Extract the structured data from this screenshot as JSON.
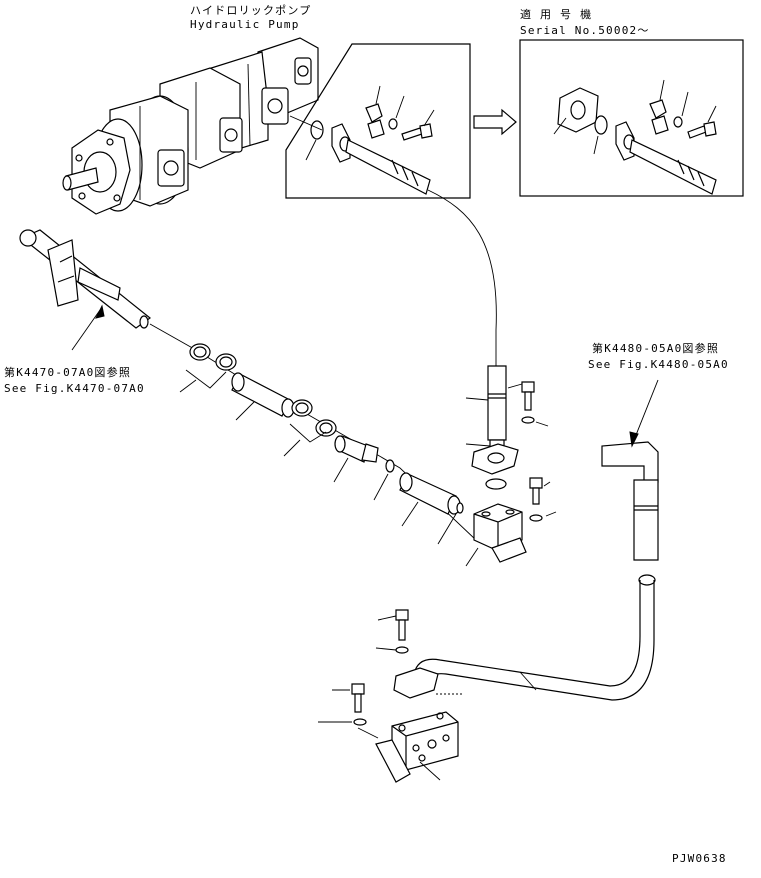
{
  "labels": {
    "pump_jp": "ハイドロリックポンプ",
    "pump_en": "Hydraulic Pump",
    "serial_jp": "適 用 号 機",
    "serial_en": "Serial No.50002～",
    "ref_left_jp": "第K4470-07A0図参照",
    "ref_left_en": "See Fig.K4470-07A0",
    "ref_right_jp": "第K4480-05A0図参照",
    "ref_right_en": "See Fig.K4480-05A0",
    "drawing_no": "PJW0638"
  },
  "colors": {
    "line": "#000000",
    "background": "#ffffff"
  },
  "icons": {
    "arrow": "outline-right-arrow"
  }
}
